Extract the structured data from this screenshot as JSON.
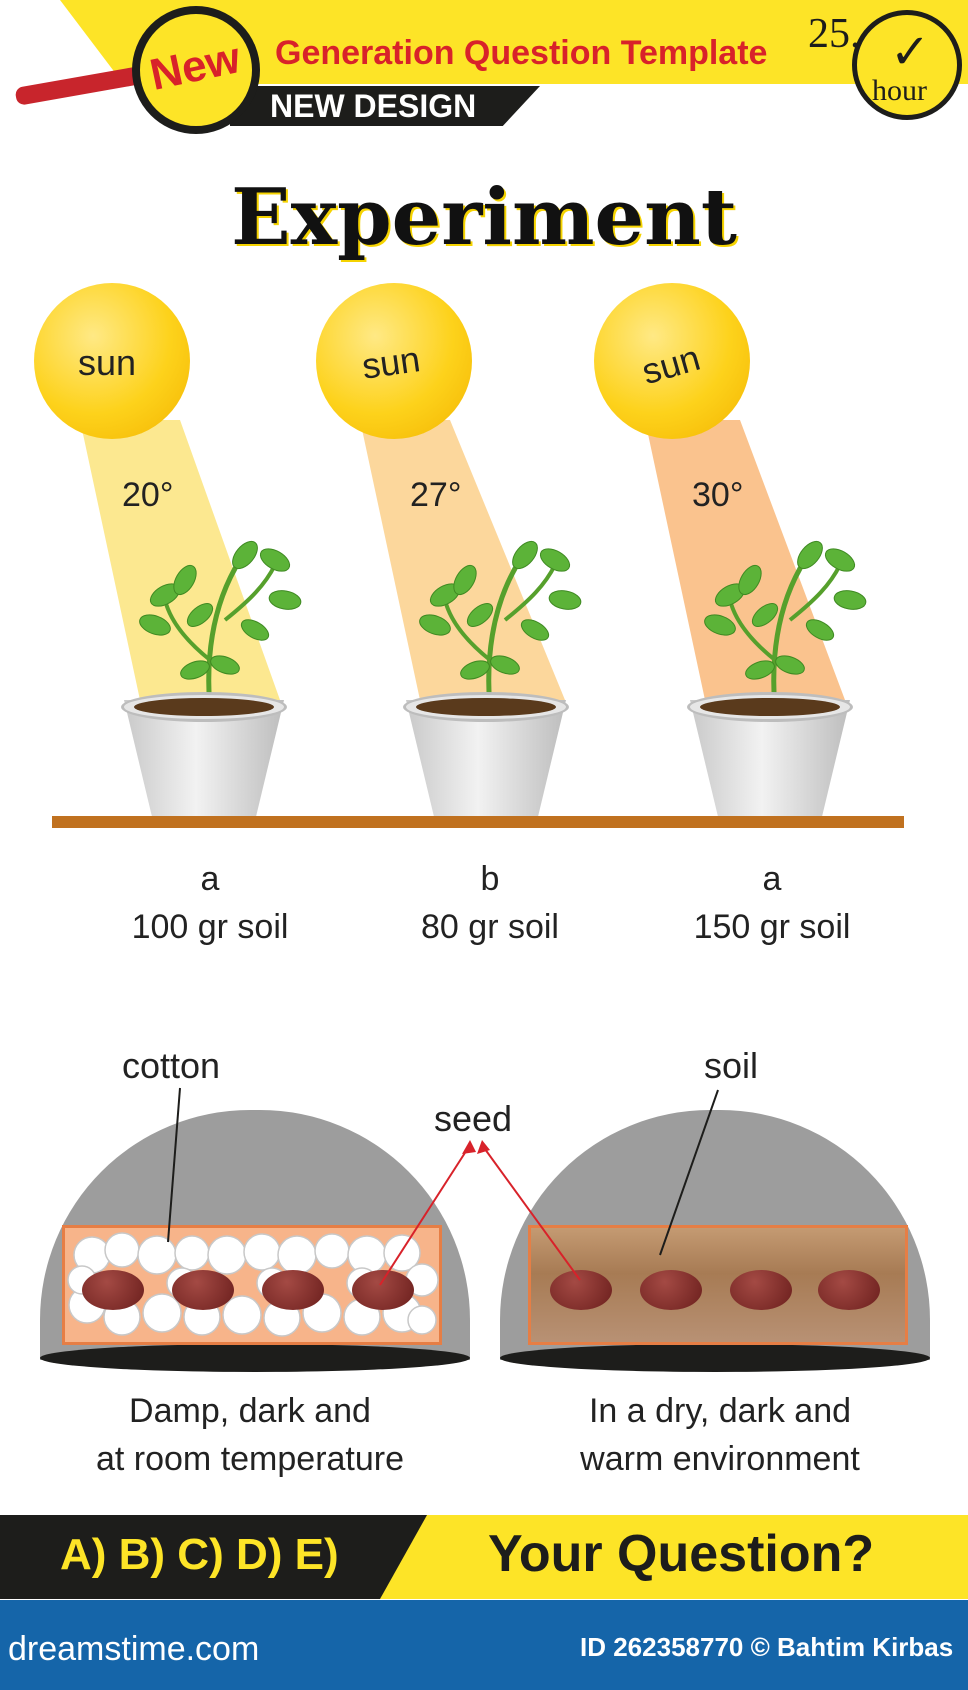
{
  "header": {
    "badge": "New",
    "title": "Generation Question Template",
    "subtitle": "NEW DESIGN",
    "timer_number": "25.",
    "timer_unit": "hour"
  },
  "heading": "Experiment",
  "experiment": [
    {
      "sun_label": "sun",
      "temperature": "20°",
      "label": "a",
      "amount": "100 gr soil",
      "beam_color": "#fbe47c"
    },
    {
      "sun_label": "sun",
      "temperature": "27°",
      "label": "b",
      "amount": "80 gr soil",
      "beam_color": "#fcd08b"
    },
    {
      "sun_label": "sun",
      "temperature": "30°",
      "label": "a",
      "amount": "150 gr soil",
      "beam_color": "#f9b97a"
    }
  ],
  "germination": {
    "cotton_label": "cotton",
    "soil_label": "soil",
    "seed_label": "seed",
    "left_caption_line1": "Damp, dark and",
    "left_caption_line2": "at room temperature",
    "right_caption_line1": "In a dry, dark and",
    "right_caption_line2": "warm environment"
  },
  "question_bar": {
    "answers": "A) B) C) D) E)",
    "prompt": "Your Question?"
  },
  "footer": {
    "site": "dreamstime.com",
    "credit": "ID 262358770 © Bahtim Kirbas"
  },
  "colors": {
    "accent_yellow": "#fde427",
    "accent_red": "#d8222a",
    "footer_blue": "#1565a9"
  }
}
